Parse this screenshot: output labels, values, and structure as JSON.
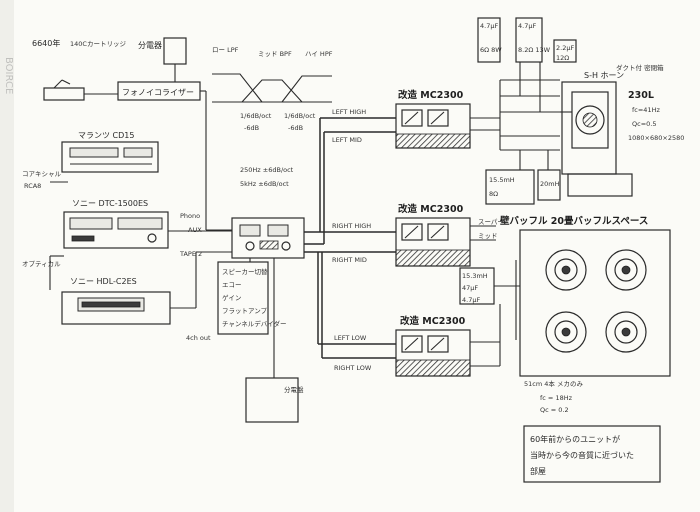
{
  "diagram": {
    "margin_text": "BOIRCE",
    "top_left": {
      "turntable_label": "6640年",
      "turntable_note": "140Cカートリッジ",
      "rack_label": "分電器",
      "equalizer_label": "フォノイコライザー"
    },
    "sources": {
      "marantz_label": "マランツ CD15",
      "marantz_side_note_1": "コアキシャル",
      "marantz_side_note_2": "RCA8",
      "sony_deck_label": "ソニー DTC-1500ES",
      "sony_side_note": "オプティカル",
      "sony_hdd_label": "ソニー HDL-C2ES"
    },
    "crossover_sketch": {
      "label_low": "ロー LPF",
      "label_mid": "ミッド BPF",
      "label_high": "ハイ HPF",
      "note_1": "1/6dB/oct",
      "note_2": "1/6dB/oct",
      "note_3": "-6dB",
      "note_4": "-6dB",
      "freq_1": "250Hz ±6dB/oct",
      "freq_2": "5kHz ±6dB/oct"
    },
    "controller": {
      "input_1": "Phono",
      "input_2": "AUX",
      "input_3": "TAPE 2",
      "features": [
        "スピーカー切替",
        "エコー",
        "ゲイン",
        "フラットアンプ",
        "チャンネルデバイダー"
      ],
      "out_note": "4ch out",
      "power_note": "分電盤"
    },
    "amplifiers": {
      "amp_1_label": "改造 MC2300",
      "amp_2_label": "改造 MC2300",
      "amp_3_label": "改造 MC2300",
      "line_left_high": "LEFT HIGH",
      "line_left_mid": "LEFT MID",
      "line_right_high": "RIGHT HIGH",
      "line_right_mid": "RIGHT MID",
      "line_left_low": "LEFT LOW",
      "line_right_low": "RIGHT LOW"
    },
    "top_network": {
      "cap_1": "4.7μF",
      "cap_2": "4.7μF",
      "cap_3": "2.2μF",
      "res_1": "6Ω 8W",
      "res_2": "8.2Ω 13W",
      "res_3": "12Ω",
      "res_4": "8Ω",
      "inductor_1": "15.5mH",
      "inductor_2": "20mH"
    },
    "horn": {
      "label": "S-H ホーン",
      "cabinet_note": "ダクト付 密閉箱",
      "volume": "230L",
      "fc": "fc=41Hz",
      "qc": "Qc=0.5",
      "box_size": "1080×680×2580"
    },
    "baffle": {
      "title": "壁バッフル 20畳バッフルスペース",
      "network_1": "15.3mH",
      "network_2": "47μF",
      "network_3": "4.7μF",
      "note_right_1": "スーパー",
      "note_right_2": "ミッド",
      "bottom_note_1": "51cm 4本 メカのみ",
      "bottom_note_2": "fc = 18Hz",
      "bottom_note_3": "Qc = 0.2"
    },
    "footer_box": {
      "line_1": "60年前からのユニットが",
      "line_2": "当時から今の音質に近づいた",
      "line_3": "部屋"
    }
  }
}
